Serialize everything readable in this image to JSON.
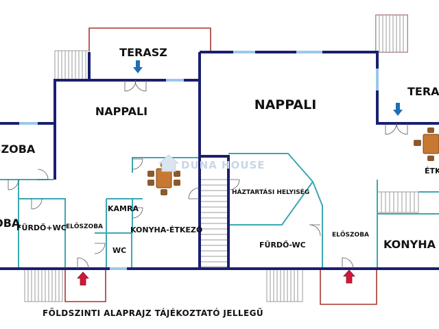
{
  "colors": {
    "outer_wall": "#1a1f6e",
    "inner_wall": "#3aa7b2",
    "window": "#9cc8e8",
    "terrace_outline": "#a7342e",
    "stairs": "#9a9a9a",
    "arrow": "#d0183a",
    "entry_arrow": "#1e6fb5",
    "furniture": "#d07a30"
  },
  "rooms": {
    "terasz_left": "TERASZ",
    "nappali_left": "NAPPALI",
    "nappali_center": "NAPPALI",
    "terasz_right": "TERASZ",
    "szoba_top": "SZOBA",
    "szoba_bottom": "SZOBA",
    "furdo_wc_left": "FÜRDŐ+WC",
    "eloszoba_left": "ELŐSZOBA",
    "kamra": "KAMRA",
    "konyha_etkezo": "KONYHA-ÉTKEZŐ",
    "wc": "WC",
    "haztartasi": "HÁZTARTÁSI HELYISÉG",
    "furdo_wc_right": "FÜRDŐ-WC",
    "eloszoba_right": "ELŐSZOBA",
    "konyha_right": "KONYHA",
    "etkezo_right": "ÉTKEZŐ"
  },
  "watermark": "DUNA HOUSE",
  "caption": "FÖLDSZINTI ALAPRAJZ TÁJÉKOZTATÓ JELLEGŰ"
}
